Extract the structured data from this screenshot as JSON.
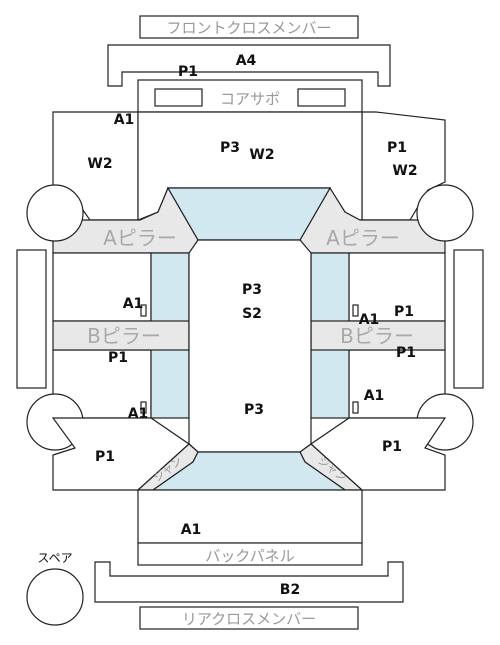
{
  "parts": {
    "front_cross_member": "フロントクロスメンバー",
    "core_support": "コアサポ",
    "a_pillar": "Aピラー",
    "b_pillar": "Bピラー",
    "back_panel": "バックパネル",
    "rear_cross_member": "リアクロスメンバー",
    "spare": "スペア",
    "quarter_left": "ジャン",
    "quarter_right": "ジャン"
  },
  "labels": {
    "front_member": "A4",
    "core_left": "P1",
    "core_left_corner": "A1",
    "hood_p": "P3",
    "hood_w": "W2",
    "fender_left_w": "W2",
    "fender_right_p": "P1",
    "fender_right_w": "W2",
    "roof_p": "P3",
    "roof_s": "S2",
    "door_fl_a": "A1",
    "door_fl_p": "P1",
    "door_fr_a": "A1",
    "door_fr_p": "P1",
    "door_rr_p": "P1",
    "door_rl_a": "A1",
    "door_rr_a": "A1",
    "trunk_p": "P3",
    "quarter_left_p": "P1",
    "quarter_right_p": "P1",
    "rear_a": "A1",
    "rear_member": "B2"
  }
}
